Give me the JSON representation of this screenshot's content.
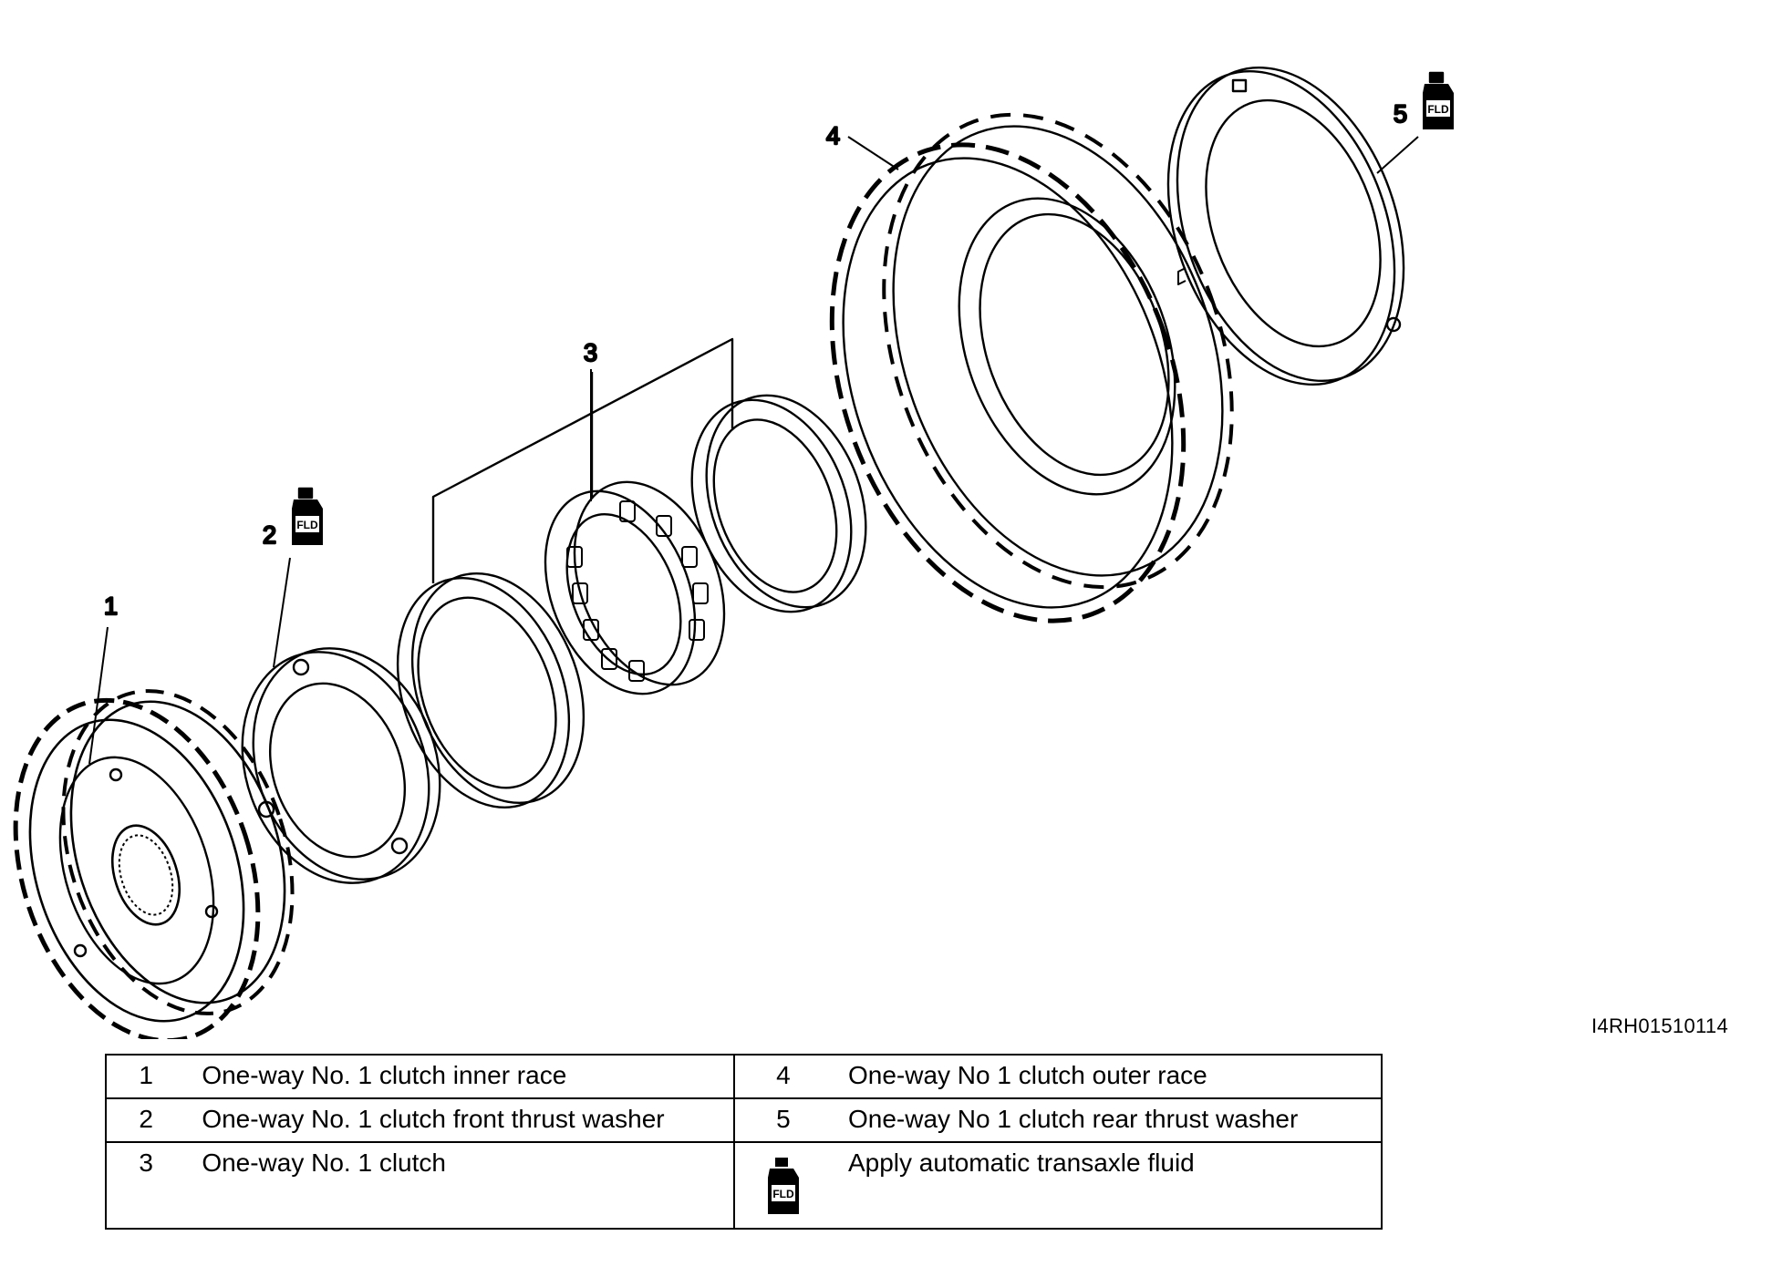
{
  "callouts": [
    {
      "id": "1",
      "label": "1"
    },
    {
      "id": "2",
      "label": "2"
    },
    {
      "id": "3",
      "label": "3"
    },
    {
      "id": "4",
      "label": "4"
    },
    {
      "id": "5",
      "label": "5"
    }
  ],
  "fluid_icon": {
    "icon": "fluid-bottle-icon",
    "text": "FLD"
  },
  "figure_id": "I4RH01510114",
  "legend": {
    "rows": [
      {
        "left_num": "1",
        "left_desc": "One-way No. 1 clutch inner race",
        "right_num": "4",
        "right_desc": "One-way No  1 clutch outer race"
      },
      {
        "left_num": "2",
        "left_desc": "One-way No. 1 clutch front thrust washer",
        "right_num": "5",
        "right_desc": "One-way No  1 clutch rear thrust washer"
      },
      {
        "left_num": "3",
        "left_desc": "One-way No. 1 clutch",
        "right_num": "",
        "right_desc": "Apply automatic transaxle fluid"
      }
    ]
  }
}
